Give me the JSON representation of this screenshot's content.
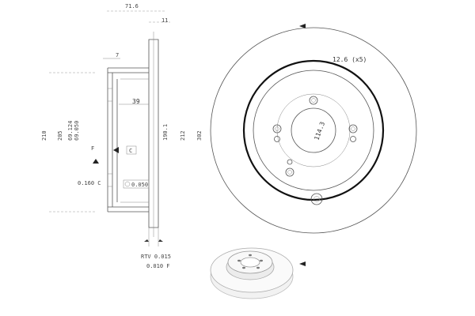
{
  "side_view": {
    "top_width": "71.6",
    "flange_thickness": "11",
    "hat_offset": "7",
    "hat_depth": "39",
    "dia_outer": "210",
    "dia_mid": "205",
    "bore_max": "69.124",
    "bore_min": "69.050",
    "dia_a": "190.1",
    "dia_b": "212",
    "dia_c": "302",
    "datum_f": "F",
    "datum_c": "C",
    "runout_label": "0.160 C",
    "flatness_label": "0.050",
    "rtv_label": "RTV 0.015",
    "parallel_label": "0.010 F"
  },
  "front_view": {
    "bolt_holes_label": "12.6 (x5)",
    "pcd_label": "114.3"
  }
}
